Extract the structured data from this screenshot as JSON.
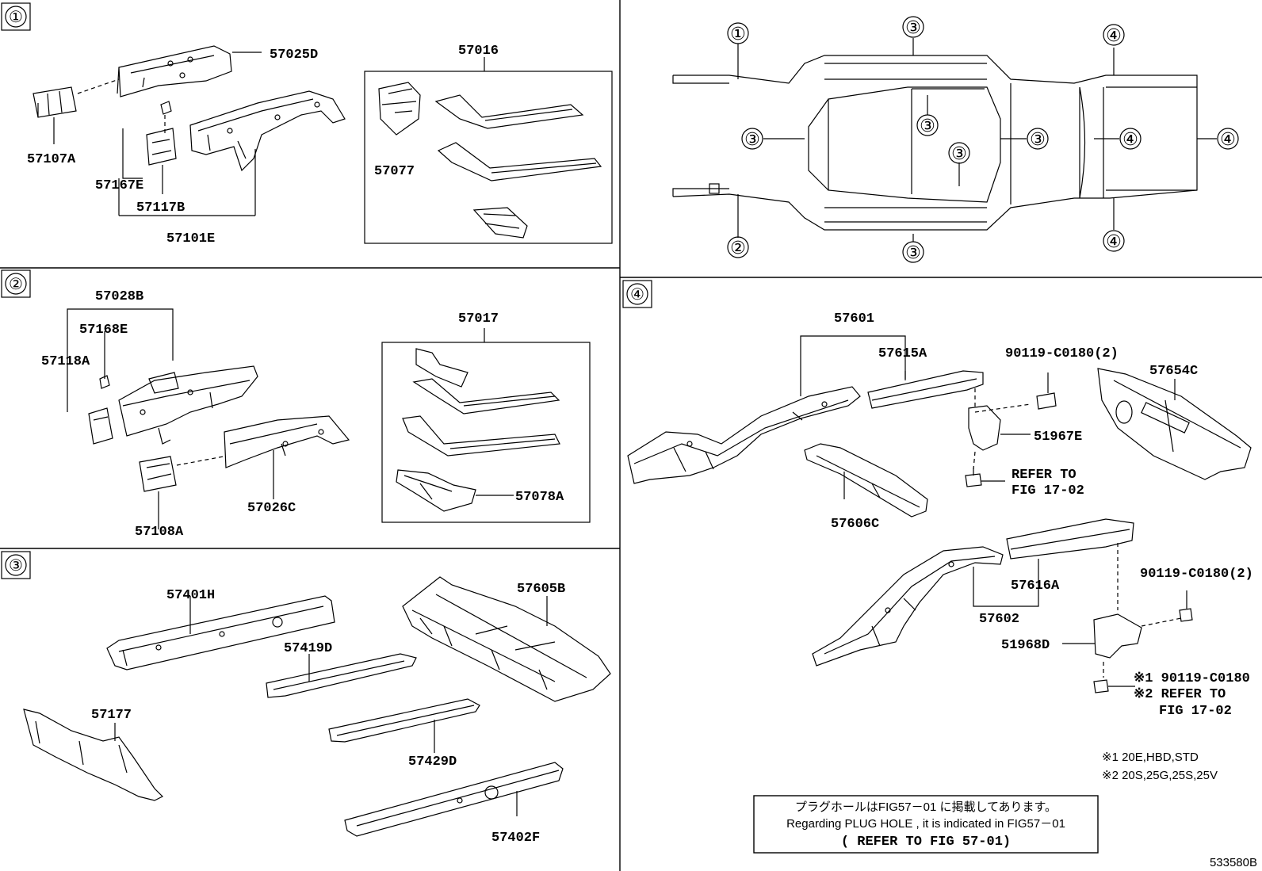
{
  "figure_id": "533580B",
  "sections": [
    {
      "badge": "①"
    },
    {
      "badge": "②"
    },
    {
      "badge": "③"
    },
    {
      "badge": "④"
    }
  ],
  "overview": {
    "markers": [
      "①",
      "②",
      "③",
      "④"
    ]
  },
  "section1": {
    "labels": [
      "57025D",
      "57107A",
      "57167E",
      "57117B",
      "57101E",
      "57016",
      "57077"
    ]
  },
  "section2": {
    "labels": [
      "57028B",
      "57168E",
      "57118A",
      "57017",
      "57026C",
      "57108A",
      "57078A"
    ]
  },
  "section3": {
    "labels": [
      "57401H",
      "57605B",
      "57419D",
      "57177",
      "57429D",
      "57402F"
    ]
  },
  "section4": {
    "labels": [
      "57601",
      "57615A",
      "90119-C0180(2)",
      "57654C",
      "51967E",
      "57606C",
      "90119-C0180(2)",
      "57616A",
      "57602",
      "51968D"
    ],
    "refer_to_1": {
      "line1": "REFER TO",
      "line2": "FIG 17-02"
    },
    "note_line_1": "※1 90119-C0180",
    "note_line_2": "※2 REFER TO",
    "note_line_3": "FIG 17-02",
    "footnotes": [
      "※1 20E,HBD,STD",
      "※2 20S,25G,25S,25V"
    ]
  },
  "note_box": {
    "line_jp": "プラグホールはFIG57－01 に掲載してあります。",
    "line_en": "Regarding PLUG HOLE , it is indicated in FIG57－01",
    "line_ref": "( REFER TO FIG 57-01)"
  }
}
